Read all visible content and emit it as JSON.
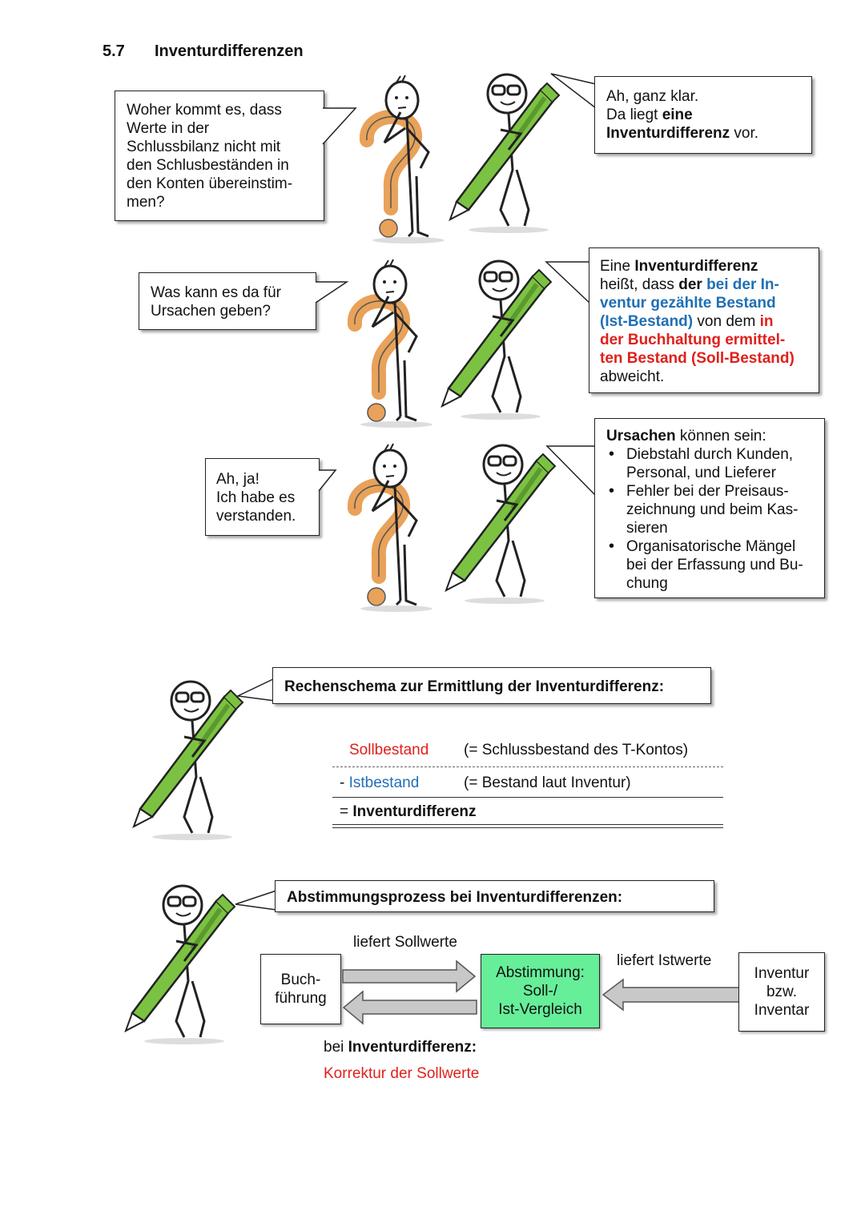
{
  "section": {
    "number": "5.7",
    "title": "Inventurdifferenzen"
  },
  "dialog1": {
    "question": "Woher kommt es, dass Werte in der Schlussbilanz nicht mit den Schlusbeständen in den Konten übereinstim-men?",
    "q_lines": [
      "Woher kommt es, dass",
      "Werte in der",
      "Schlussbilanz nicht mit",
      "den Schlusbeständen in",
      "den Konten übereinstim-",
      "men?"
    ],
    "answer_l1": "Ah, ganz klar.",
    "answer_l2_a": "Da liegt ",
    "answer_l2_b": "eine",
    "answer_l3_a": "Inventurdifferenz",
    "answer_l3_b": " vor."
  },
  "dialog2": {
    "q_lines": [
      "Was kann es da für",
      "Ursachen geben?"
    ],
    "a_eine": "Eine ",
    "a_inventurdifferenz": "Inventurdifferenz",
    "a_heisst": "heißt, dass ",
    "a_der": "der ",
    "a_bei_der_in": "bei der In-",
    "a_ventur": "ventur gezählte Bestand",
    "a_ist": "(Ist-Bestand)",
    "a_von_dem": " von dem ",
    "a_in": "in",
    "a_buchhaltung": "der Buchhaltung ermittel-",
    "a_soll": "ten Bestand (Soll-Bestand)",
    "a_abweicht": "abweicht."
  },
  "dialog3": {
    "q_lines": [
      "Ah, ja!",
      "Ich habe es",
      "verstanden."
    ],
    "causes_label": "Ursachen",
    "causes_suffix": " können sein:",
    "causes": [
      [
        "Diebstahl durch Kunden,",
        "Personal, und Lieferer"
      ],
      [
        "Fehler bei der Preisaus-",
        "zeichnung und beim Kas-",
        "sieren"
      ],
      [
        "Organisatorische Mängel",
        "bei der Erfassung und Bu-",
        "chung"
      ]
    ]
  },
  "schema": {
    "title": "Rechenschema zur Ermittlung der Inventurdifferenz:",
    "row1_label": "Sollbestand",
    "row1_note": "(= Schlussbestand des T-Kontos)",
    "row2_prefix": "- ",
    "row2_label": "Istbestand",
    "row2_note": "(= Bestand laut Inventur)",
    "row3_prefix": "= ",
    "row3_label": "Inventurdifferenz"
  },
  "process": {
    "title": "Abstimmungsprozess bei Inventurdifferenzen:",
    "box_left": [
      "Buch-",
      "führung"
    ],
    "box_center": [
      "Abstimmung:",
      "Soll-/",
      "Ist-Vergleich"
    ],
    "box_right": [
      "Inventur",
      "bzw.",
      "Inventar"
    ],
    "label_top": "liefert Sollwerte",
    "label_right": "liefert Istwerte",
    "label_bottom_prefix": "bei ",
    "label_bottom_bold": "Inventurdifferenz:",
    "label_correction": "Korrektur der Sollwerte"
  },
  "colors": {
    "blue": "#1f6fb5",
    "red": "#e0201b",
    "green_box": "#66ee99",
    "pen_green": "#7cc242",
    "question_orange": "#e8a25a"
  }
}
